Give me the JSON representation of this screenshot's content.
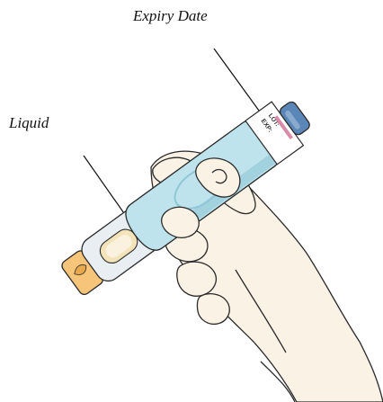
{
  "callouts": {
    "expiry_date": "Expiry Date",
    "liquid": "Liquid"
  },
  "pen_label": {
    "lot": "LOT:",
    "exp": "EXP:"
  },
  "icons": [
    "injector-pen-icon",
    "hand-icon"
  ],
  "colors": {
    "pen_body": "#bfe3ec",
    "pen_body_dark": "#8fc7d6",
    "pen_grip": "#e9eef2",
    "pen_cap_orange": "#f6c57a",
    "pen_button_blue": "#5b86b8",
    "label_white": "#ffffff",
    "skin": "#fbf2e6",
    "outline": "#2a2a2a",
    "liquid_window": "#f3e3b8"
  }
}
